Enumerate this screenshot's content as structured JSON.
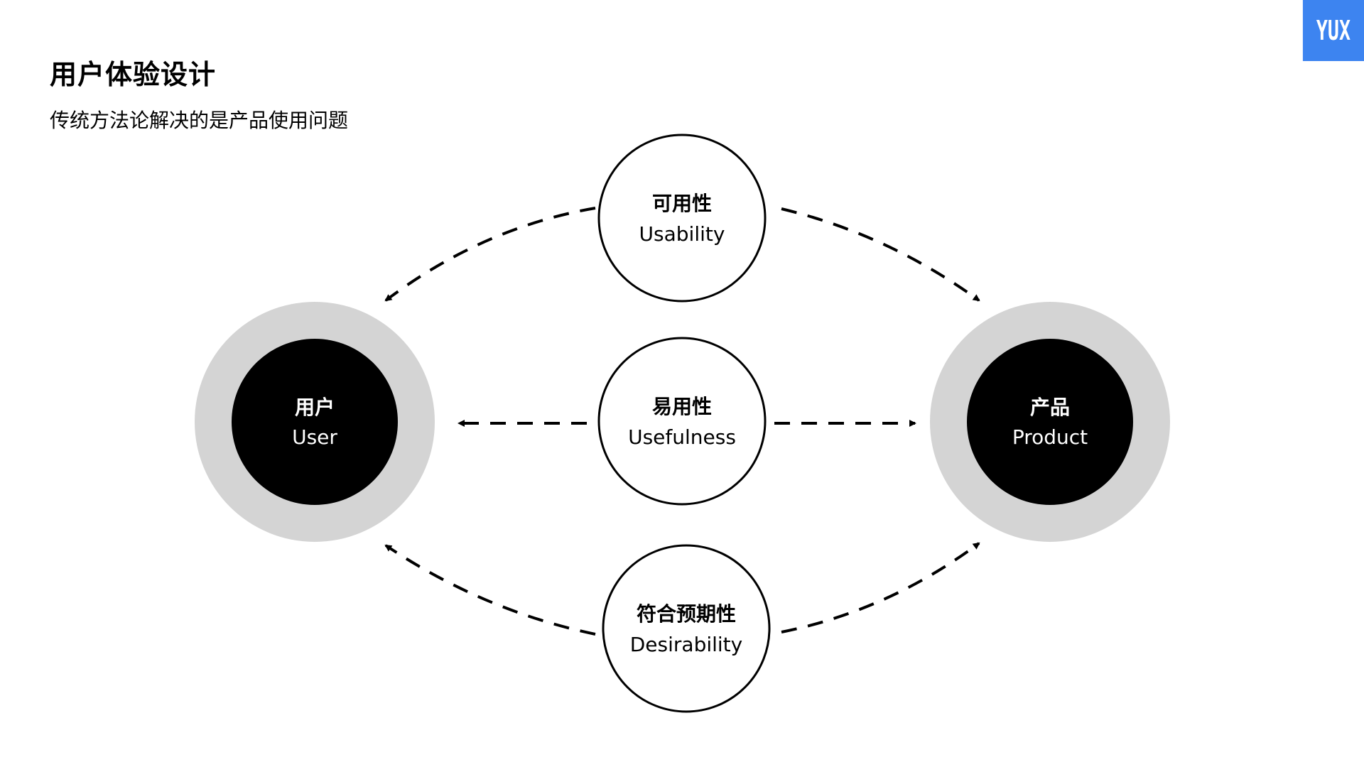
{
  "header": {
    "title": "用户体验设计",
    "subtitle": "传统方法论解决的是产品使用问题"
  },
  "logo": {
    "text": "YUX",
    "color": "#3d84f0"
  },
  "diagram": {
    "endpoints": {
      "user": {
        "cn": "用户",
        "en": "User"
      },
      "product": {
        "cn": "产品",
        "en": "Product"
      }
    },
    "qualities": [
      {
        "id": "usability",
        "cn": "可用性",
        "en": "Usability"
      },
      {
        "id": "usefulness",
        "cn": "易用性",
        "en": "Usefulness"
      },
      {
        "id": "desirability",
        "cn": "符合预期性",
        "en": "Desirability"
      }
    ],
    "colors": {
      "endpoint_fill": "#000000",
      "endpoint_ring": "#d4d4d4",
      "quality_stroke": "#000000",
      "arrow": "#000000"
    }
  }
}
